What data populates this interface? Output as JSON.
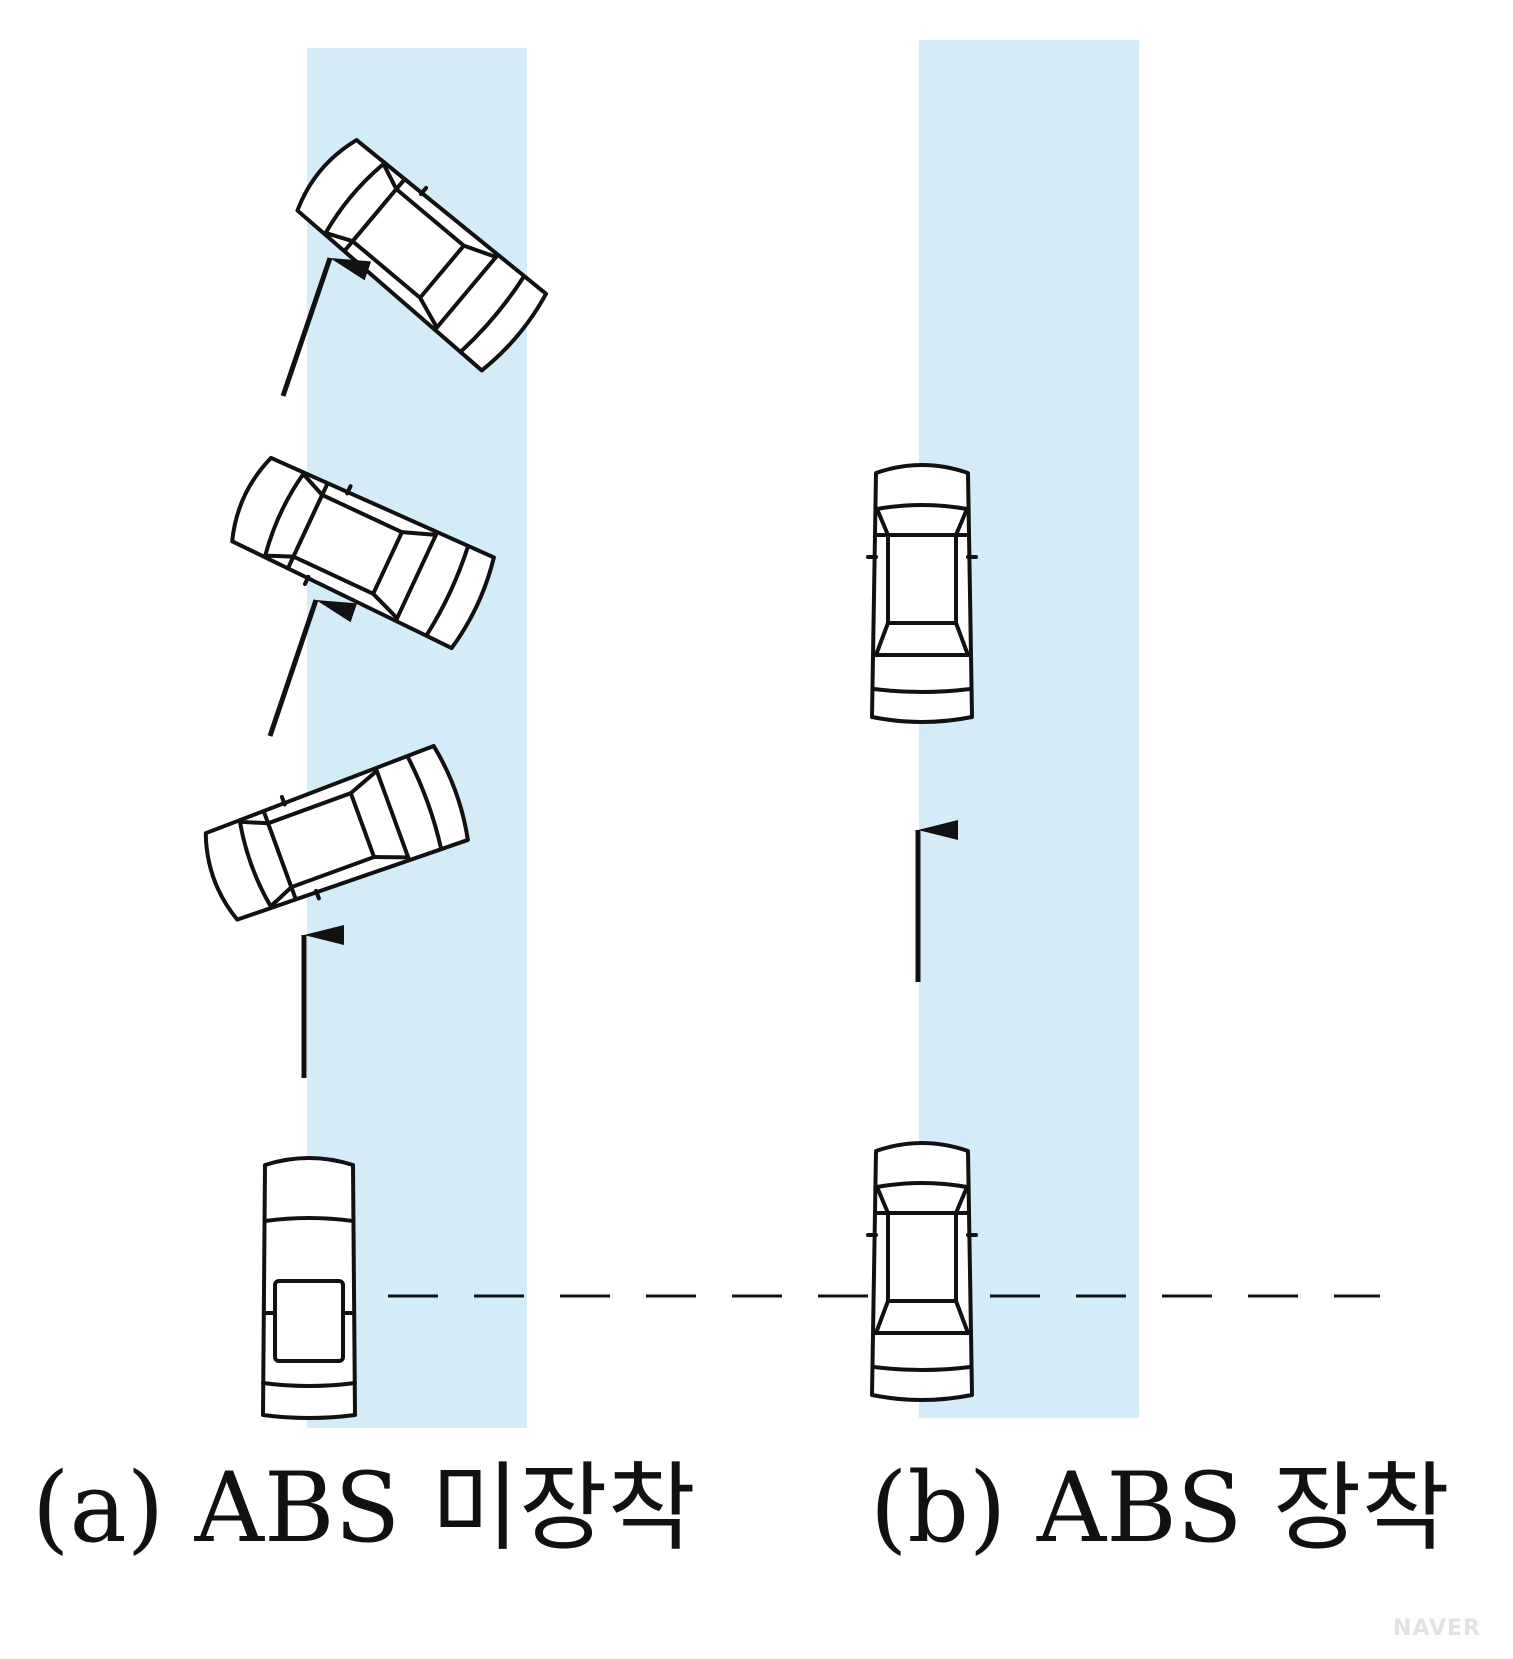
{
  "captions": {
    "without_abs": "(a) ABS 미장착",
    "with_abs": "(b) ABS 장착"
  },
  "watermark": "NAVER",
  "colors": {
    "lane": "#d4ebf8",
    "ink": "#111111"
  }
}
